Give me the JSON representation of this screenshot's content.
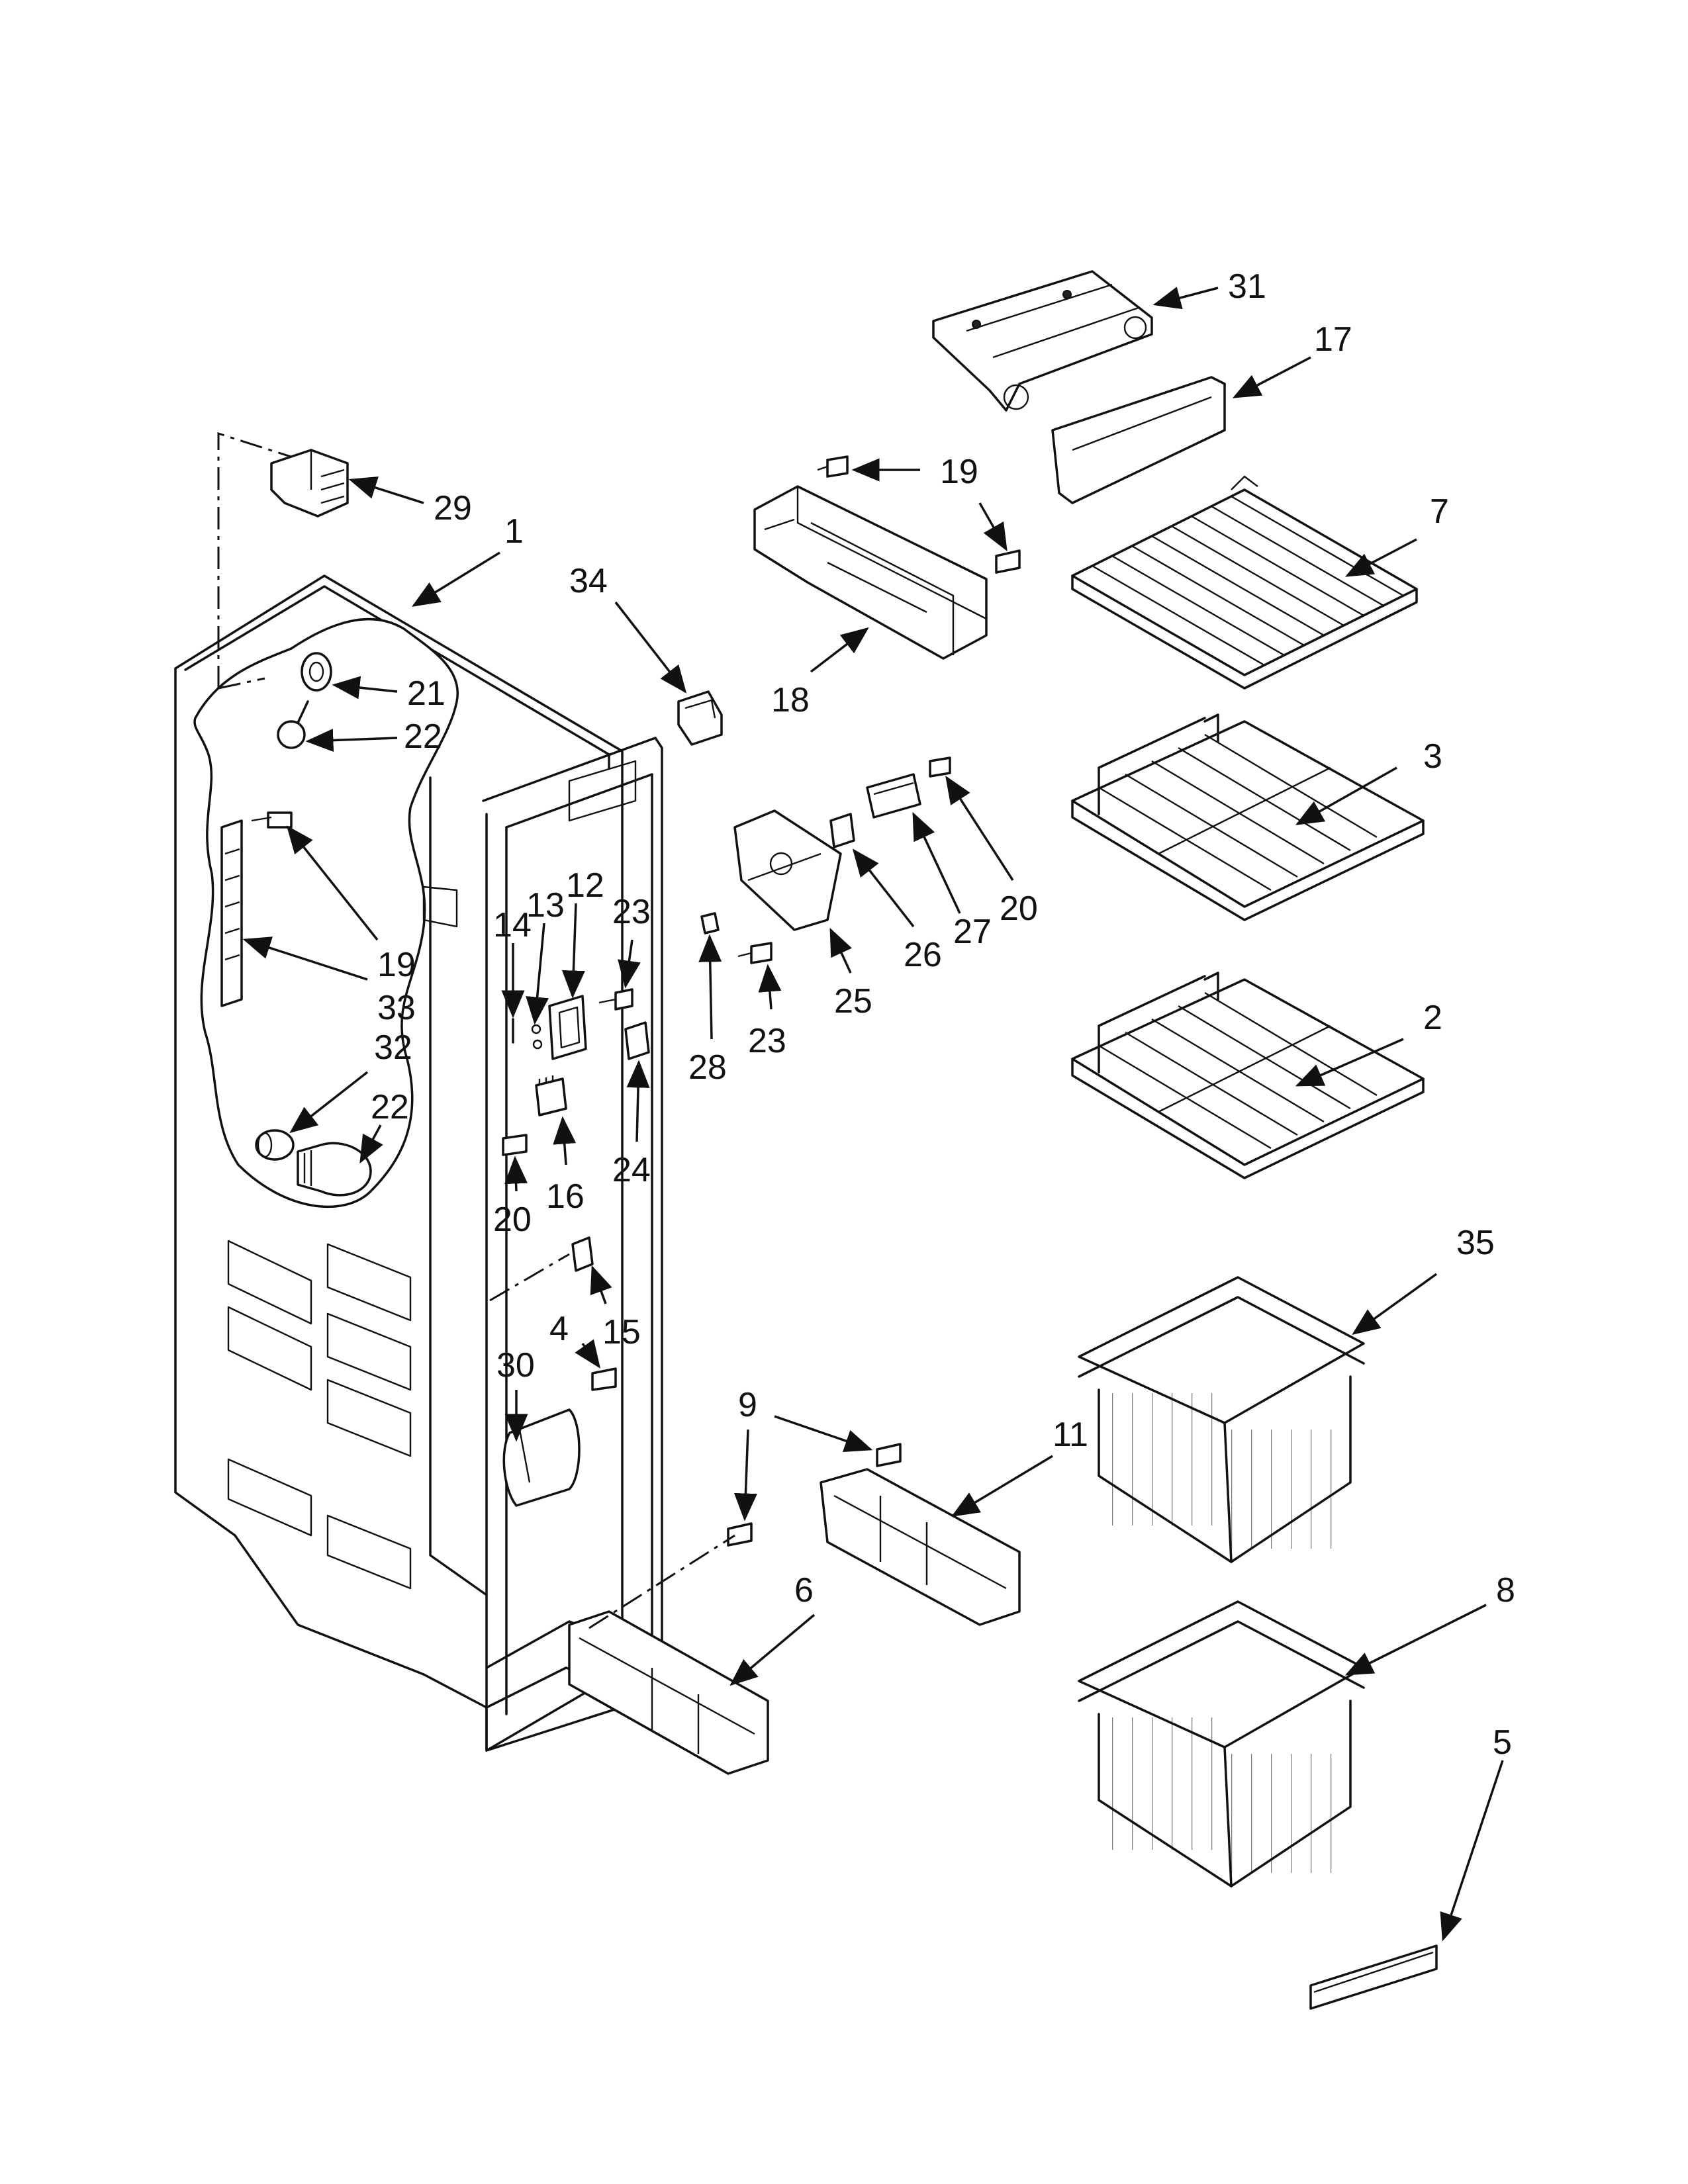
{
  "diagram": {
    "callouts": {
      "c1": "1",
      "c2": "2",
      "c3": "3",
      "c4": "4",
      "c5": "5",
      "c6": "6",
      "c7": "7",
      "c8": "8",
      "c9": "9",
      "c11": "11",
      "c12": "12",
      "c13": "13",
      "c14": "14",
      "c15": "15",
      "c16": "16",
      "c17": "17",
      "c18": "18",
      "c19a": "19",
      "c19b": "19",
      "c20a": "20",
      "c20b": "20",
      "c21": "21",
      "c22a": "22",
      "c22b": "22",
      "c23a": "23",
      "c23b": "23",
      "c24": "24",
      "c25": "25",
      "c26": "26",
      "c27": "27",
      "c28": "28",
      "c29": "29",
      "c30": "30",
      "c31": "31",
      "c32": "32",
      "c33": "33",
      "c34": "34",
      "c35": "35"
    }
  }
}
